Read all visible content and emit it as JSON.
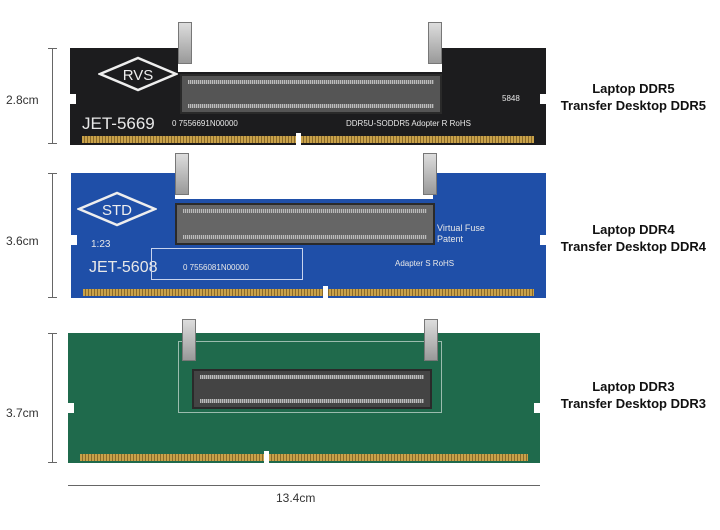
{
  "boards": [
    {
      "logo": "RVS",
      "model": "JET-5669",
      "serial": "0 7556691N00000",
      "silk": "DDR5U-SODDR5 Adopter R  RoHS",
      "code": "5848",
      "label_line1": "Laptop DDR5",
      "label_line2": "Transfer Desktop DDR5",
      "height": "2.8cm",
      "color": "#1c1c1e"
    },
    {
      "logo": "STD",
      "model": "JET-5608",
      "serial": "0 7556081N00000",
      "silk": "Adapter S     RoHS",
      "extra": "Virtual  Fuse",
      "extra2": "Patent",
      "code": "1:23",
      "label_line1": "Laptop DDR4",
      "label_line2": "Transfer Desktop DDR4",
      "height": "3.6cm",
      "color": "#1f4fa8"
    },
    {
      "label_line1": "Laptop DDR3",
      "label_line2": "Transfer Desktop DDR3",
      "height": "3.7cm",
      "color": "#1f6a4c"
    }
  ],
  "width_label": "13.4cm"
}
